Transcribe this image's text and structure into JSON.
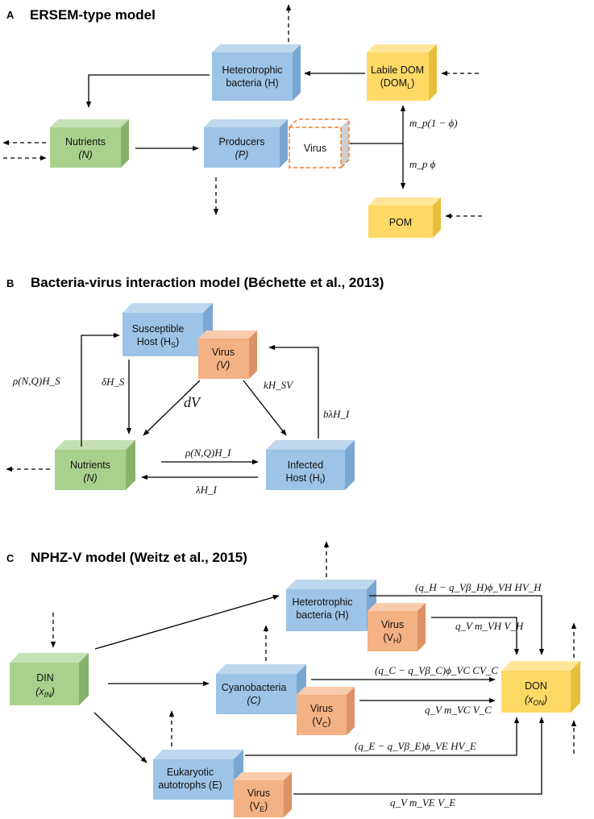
{
  "panels": {
    "a": {
      "letter": "A",
      "title": "ERSEM-type model",
      "boxes": {
        "heterotrophic": {
          "line1": "Heterotrophic",
          "line2": "bacteria (H)"
        },
        "labile_dom": {
          "line1": "Labile DOM",
          "line2": "(DOM",
          "sub": "L",
          "close": ")"
        },
        "nutrients": {
          "line1": "Nutrients",
          "line2": "(N)"
        },
        "producers": {
          "line1": "Producers",
          "line2": "(P)"
        },
        "virus": {
          "line1": "Virus"
        },
        "pom": {
          "line1": "POM"
        }
      },
      "labels": {
        "mp_one_minus_phi": "m_p(1 − ϕ)",
        "mp_phi": "m_p ϕ"
      }
    },
    "b": {
      "letter": "B",
      "title": "Bacteria-virus interaction model (Béchette et al., 2013)",
      "boxes": {
        "susceptible": {
          "line1": "Susceptible",
          "line2": "Host (H",
          "sub": "S",
          "close": ")"
        },
        "virus": {
          "line1": "Virus",
          "line2": "(V)"
        },
        "nutrients": {
          "line1": "Nutrients",
          "line2": "(N)"
        },
        "infected": {
          "line1": "Infected",
          "line2": "Host (H",
          "sub": "I",
          "close": ")"
        }
      },
      "labels": {
        "rho_hs": "ρ(N,Q)H_S",
        "delta_hs": "δH_S",
        "dv": "dV",
        "khsv": "kH_SV",
        "blambda": "bλH_I",
        "rho_hi": "ρ(N,Q)H_I",
        "lambda_hi": "λH_I"
      }
    },
    "c": {
      "letter": "C",
      "title": "NPHZ-V model (Weitz et al., 2015)",
      "boxes": {
        "heterotrophic": {
          "line1": "Heterotrophic",
          "line2": "bacteria (H)"
        },
        "virus_h": {
          "line1": "Virus",
          "line2": "(V",
          "sub": "H",
          "close": ")"
        },
        "din": {
          "line1": "DIN",
          "line2": "(x",
          "sub": "IN",
          "close": ")"
        },
        "cyano": {
          "line1": "Cyanobacteria",
          "line2": "(C)"
        },
        "virus_c": {
          "line1": "Virus",
          "line2": "(V",
          "sub": "C",
          "close": ")"
        },
        "don": {
          "line1": "DON",
          "line2": "(x",
          "sub": "ON",
          "close": ")"
        },
        "eukaryotic": {
          "line1": "Eukaryotic",
          "line2": "autotrophs (E)"
        },
        "virus_e": {
          "line1": "Virus",
          "line2": "(V",
          "sub": "E",
          "close": ")"
        }
      },
      "labels": {
        "h_lysis": "(q_H − q_Vβ_H)ϕ_VH HV_H",
        "h_virus": "q_V m_VH V_H",
        "c_lysis": "(q_C − q_Vβ_C)ϕ_VC CV_C",
        "c_virus": "q_V m_VC V_C",
        "e_lysis": "(q_E − q_Vβ_E)ϕ_VE HV_E",
        "e_virus": "q_V m_VE V_E"
      }
    }
  },
  "colors": {
    "blue_front": "#9dc3e6",
    "blue_top": "#bdd7ee",
    "blue_side": "#7aa6d2",
    "green_front": "#a9d18e",
    "green_top": "#c5e0b4",
    "green_side": "#86b36b",
    "yellow_front": "#ffd966",
    "yellow_top": "#ffe699",
    "yellow_side": "#e8bf3c",
    "orange_front": "#f4b183",
    "orange_top": "#f8cbad",
    "orange_side": "#dc9264",
    "virus_dashed": "#ed7d31"
  }
}
